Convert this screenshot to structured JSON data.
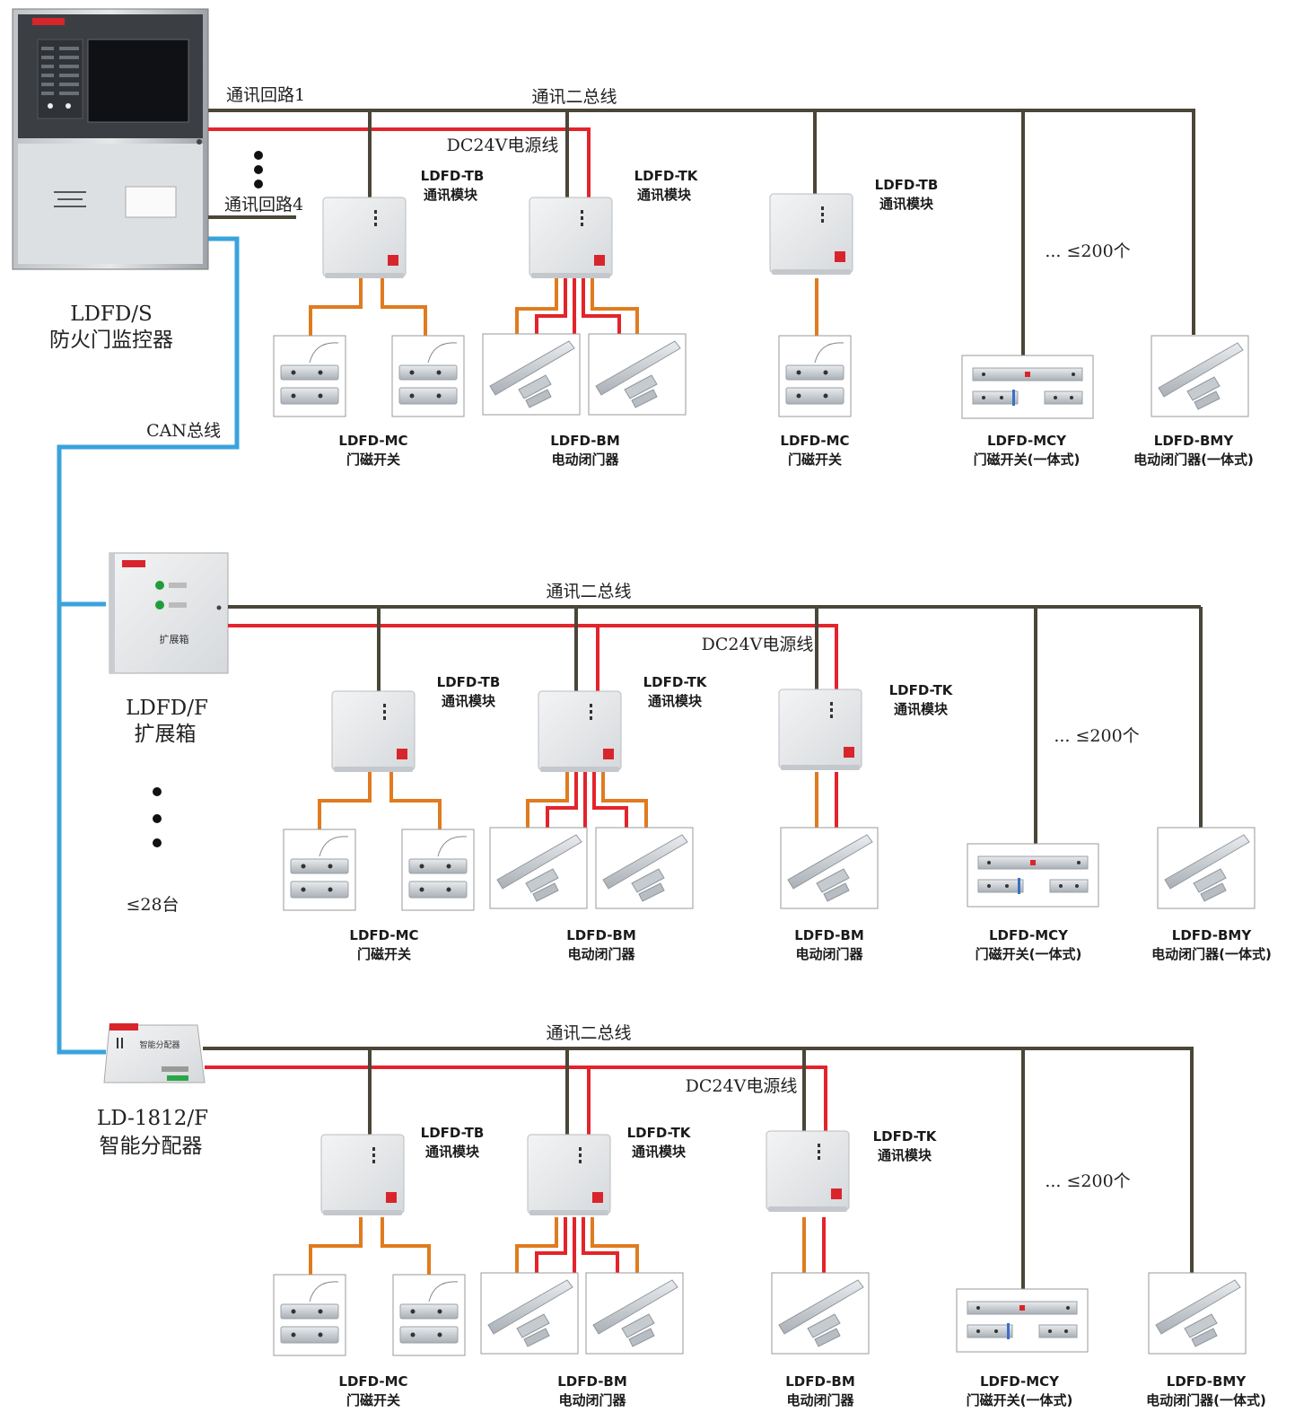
{
  "colors": {
    "bus": "#4a4638",
    "power": "#e3242b",
    "can": "#3aa3dc",
    "branch": "#e07b1f"
  },
  "controller": {
    "model": "LDFD/S",
    "name": "防火门监控器"
  },
  "can_bus": "CAN总线",
  "loops": {
    "loop1": "通讯回路1",
    "loop4": "通讯回路4"
  },
  "expansion": {
    "model": "LDFD/F",
    "name": "扩展箱",
    "box_label": "扩展箱",
    "count": "≤28台"
  },
  "distributor": {
    "model": "LD-1812/F",
    "name": "智能分配器",
    "box_label": "智能分配器"
  },
  "bus_label": "通讯二总线",
  "power_label": "DC24V电源线",
  "count_label": "... ≤200个",
  "module_tb": {
    "model": "LDFD-TB",
    "name": "通讯模块"
  },
  "module_tk": {
    "model": "LDFD-TK",
    "name": "通讯模块"
  },
  "dev_mc": {
    "model": "LDFD-MC",
    "name": "门磁开关"
  },
  "dev_bm": {
    "model": "LDFD-BM",
    "name": "电动闭门器"
  },
  "dev_mcy": {
    "model": "LDFD-MCY",
    "name": "门磁开关(一体式)"
  },
  "dev_bmy": {
    "model": "LDFD-BMY",
    "name": "电动闭门器(一体式)"
  }
}
